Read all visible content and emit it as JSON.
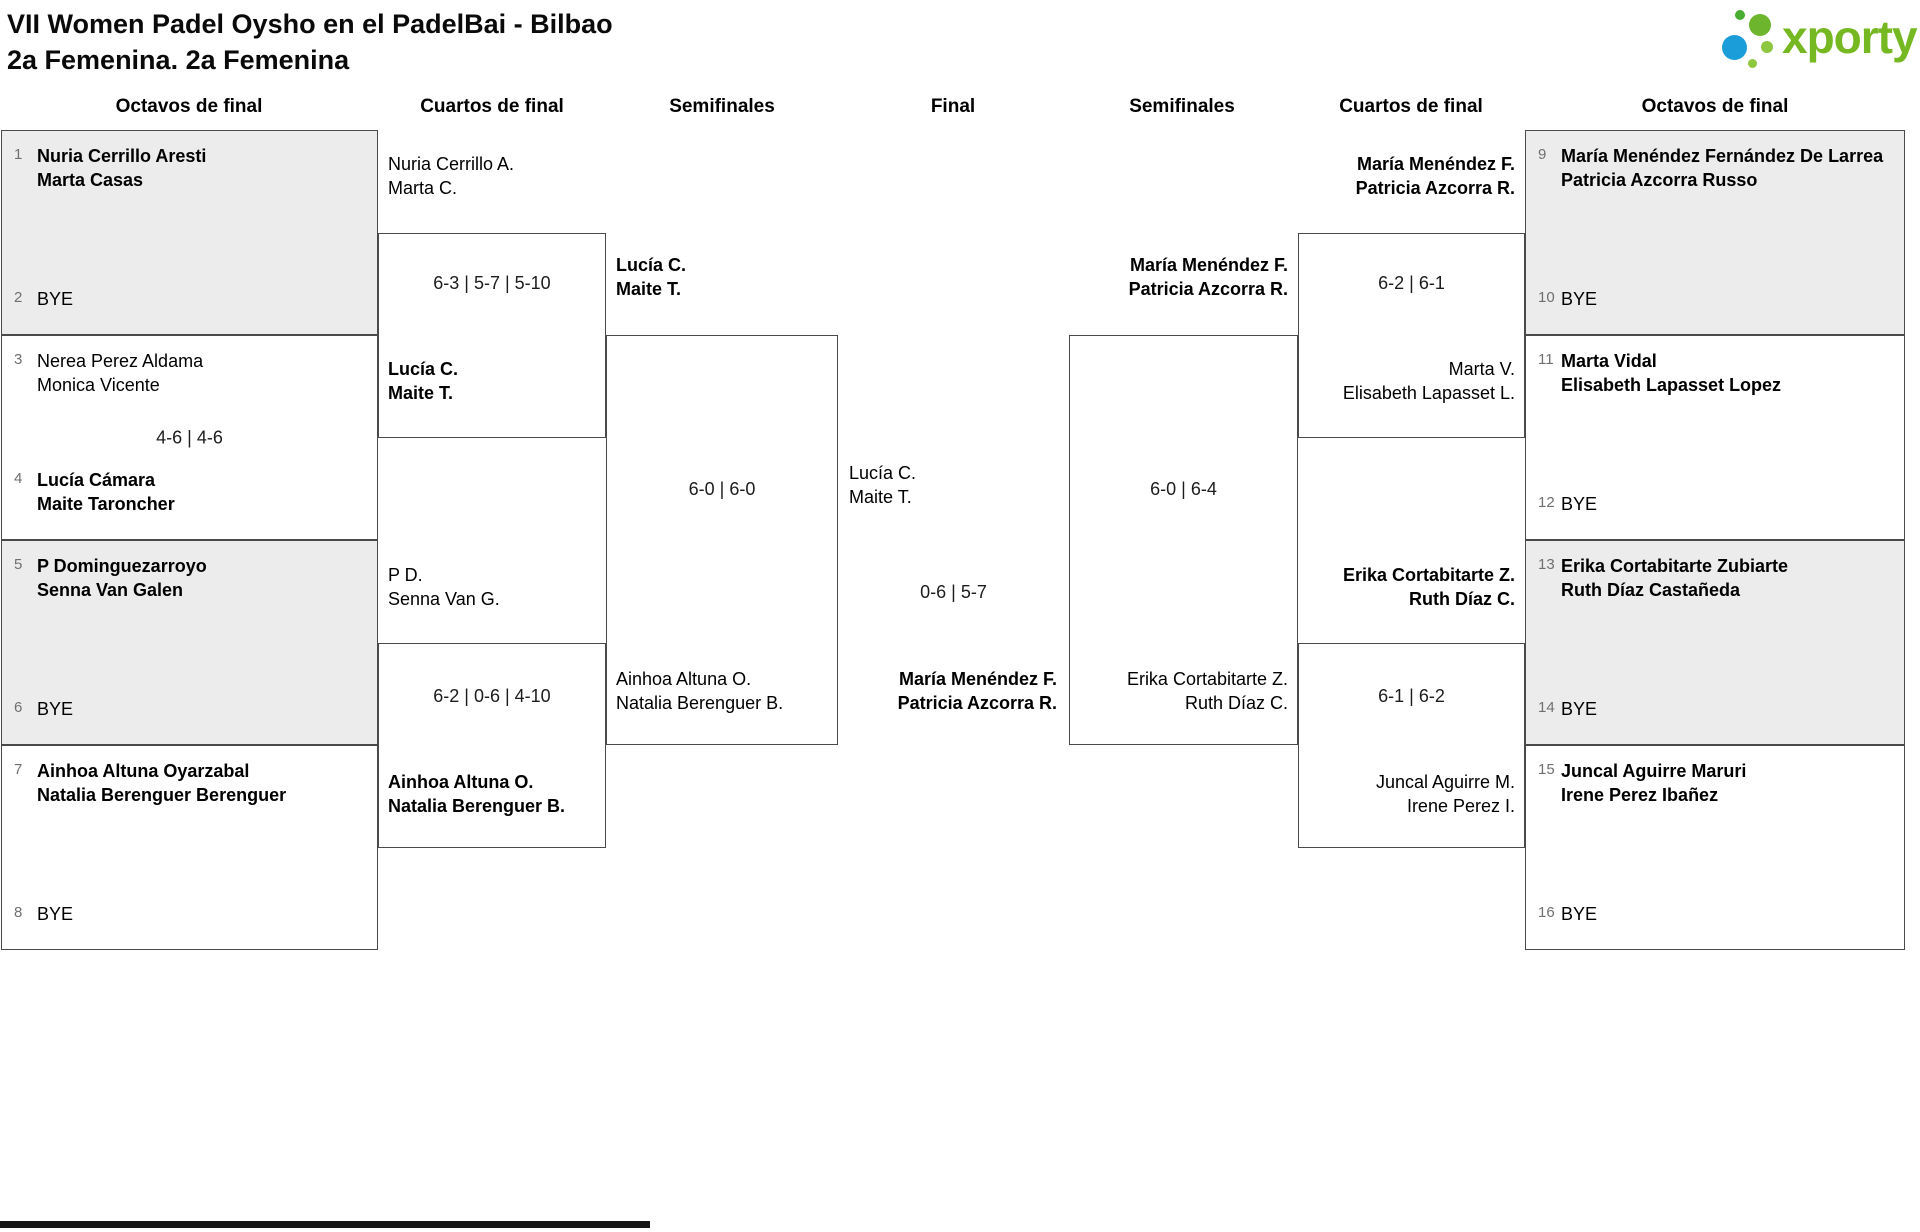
{
  "title": "VII Women Padel Oysho en el PadelBai - Bilbao",
  "subtitle": "2a Femenina. 2a Femenina",
  "logo": {
    "text": "xporty",
    "green": "#76b822",
    "blue": "#1b9dd9"
  },
  "round_headers": {
    "r16_left": "Octavos de final",
    "qf_left": "Cuartos de final",
    "sf_left": "Semifinales",
    "final": "Final",
    "sf_right": "Semifinales",
    "qf_right": "Cuartos de final",
    "r16_right": "Octavos de final"
  },
  "r16_left": {
    "m1": {
      "seed_a": "1",
      "a1": "Nuria Cerrillo Aresti",
      "a2": "Marta Casas",
      "seed_b": "2",
      "b1": "BYE"
    },
    "m2": {
      "seed_a": "3",
      "a1": "Nerea Perez Aldama",
      "a2": "Monica Vicente",
      "score": "4-6 | 4-6",
      "seed_b": "4",
      "b1": "Lucía Cámara",
      "b2": "Maite Taroncher"
    },
    "m3": {
      "seed_a": "5",
      "a1": "P Dominguezarroyo",
      "a2": "Senna Van Galen",
      "seed_b": "6",
      "b1": "BYE"
    },
    "m4": {
      "seed_a": "7",
      "a1": "Ainhoa Altuna Oyarzabal",
      "a2": "Natalia Berenguer Berenguer",
      "seed_b": "8",
      "b1": "BYE"
    }
  },
  "qf_left": {
    "m1": {
      "a1": "Nuria Cerrillo A.",
      "a2": "Marta C.",
      "score": "6-3 | 5-7 | 5-10",
      "b1": "Lucía C.",
      "b2": "Maite T."
    },
    "m2": {
      "a1": "P D.",
      "a2": "Senna Van G.",
      "score": "6-2 | 0-6 | 4-10",
      "b1": "Ainhoa Altuna O.",
      "b2": "Natalia Berenguer B."
    }
  },
  "sf_left": {
    "a1": "Lucía C.",
    "a2": "Maite T.",
    "score": "6-0 | 6-0",
    "b1": "Ainhoa Altuna O.",
    "b2": "Natalia Berenguer B."
  },
  "final": {
    "a1": "Lucía C.",
    "a2": "Maite T.",
    "score": "0-6 | 5-7",
    "b1": "María Menéndez F.",
    "b2": "Patricia Azcorra R."
  },
  "sf_right": {
    "a1": "María Menéndez F.",
    "a2": "Patricia Azcorra R.",
    "score": "6-0 | 6-4",
    "b1": "Erika Cortabitarte Z.",
    "b2": "Ruth Díaz C."
  },
  "qf_right": {
    "m1": {
      "a1": "María Menéndez F.",
      "a2": "Patricia Azcorra R.",
      "score": "6-2 | 6-1",
      "b1": "Marta V.",
      "b2": "Elisabeth Lapasset L."
    },
    "m2": {
      "a1": "Erika Cortabitarte Z.",
      "a2": "Ruth Díaz C.",
      "score": "6-1 | 6-2",
      "b1": "Juncal Aguirre M.",
      "b2": "Irene Perez I."
    }
  },
  "r16_right": {
    "m1": {
      "seed_a": "9",
      "a1": "María Menéndez Fernández De Larrea",
      "a2": "Patricia Azcorra Russo",
      "seed_b": "10",
      "b1": "BYE"
    },
    "m2": {
      "seed_a": "11",
      "a1": "Marta Vidal",
      "a2": "Elisabeth Lapasset Lopez",
      "seed_b": "12",
      "b1": "BYE"
    },
    "m3": {
      "seed_a": "13",
      "a1": "Erika Cortabitarte Zubiarte",
      "a2": "Ruth Díaz Castañeda",
      "seed_b": "14",
      "b1": "BYE"
    },
    "m4": {
      "seed_a": "15",
      "a1": "Juncal Aguirre Maruri",
      "a2": "Irene Perez Ibañez",
      "seed_b": "16",
      "b1": "BYE"
    }
  }
}
